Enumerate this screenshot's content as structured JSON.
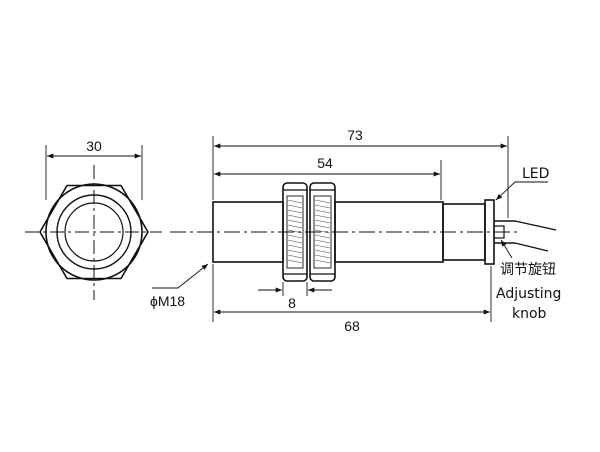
{
  "dimensions": {
    "width_across_flats": "30",
    "overall_length": "73",
    "thread_length": "54",
    "nut_thickness": "8",
    "body_length": "68",
    "thread_size": "ϕM18"
  },
  "labels": {
    "led": "LED",
    "knob_cn": "调节旋钮",
    "knob_en_line1": "Adjusting",
    "knob_en_line2": "knob"
  }
}
